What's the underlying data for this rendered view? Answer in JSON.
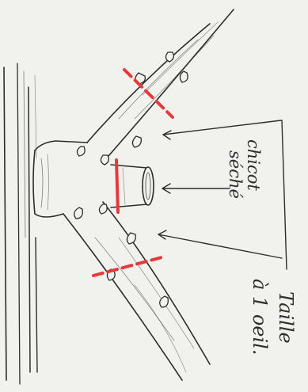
{
  "annotations": {
    "stub_line1": "chicot",
    "stub_line2": "séché",
    "pruning_line1": "Taille",
    "pruning_line2": "à 1 oeil."
  },
  "colors": {
    "ink": "#2d2d2d",
    "cut_marks": "#e23b3b",
    "paper": "#f1f1ee"
  }
}
